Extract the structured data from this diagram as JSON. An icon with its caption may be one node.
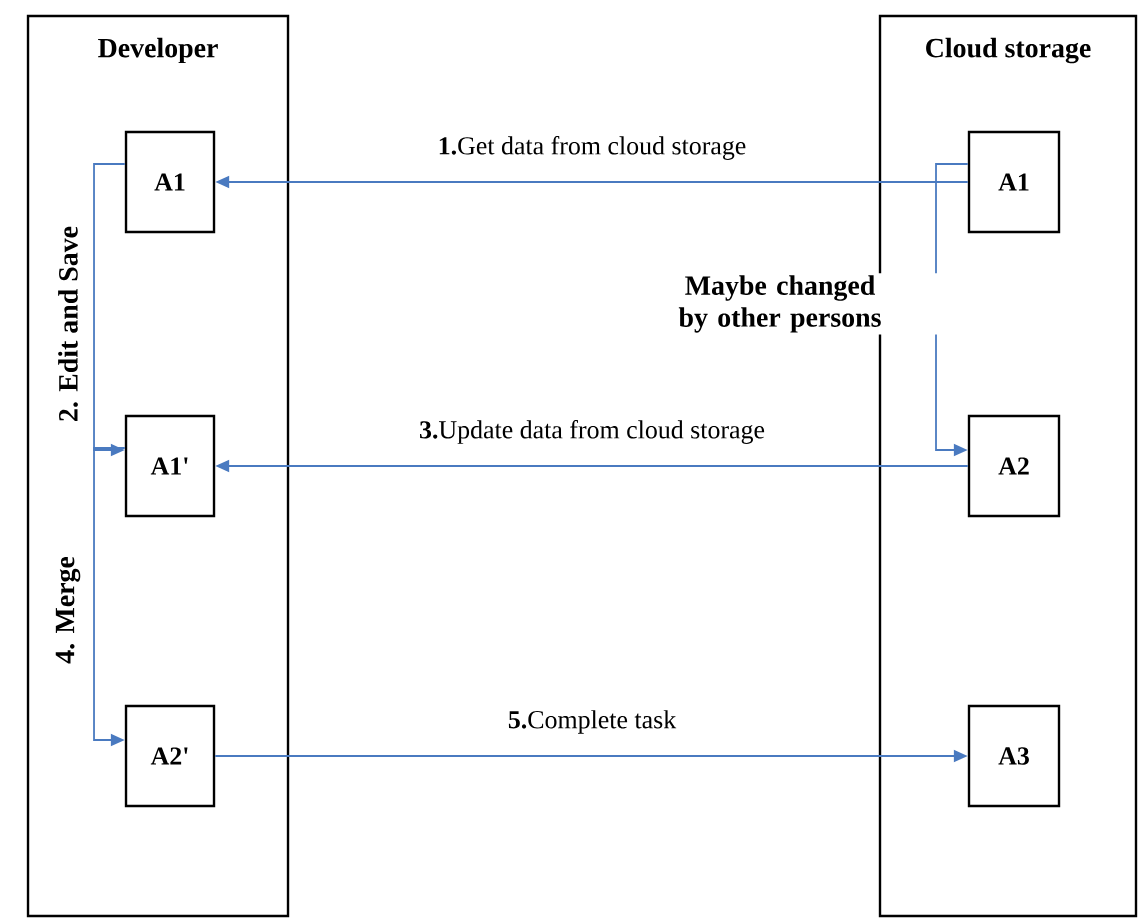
{
  "diagram": {
    "nodes": [
      {
        "text": [
          "Developer"
        ]
      },
      {
        "text": [
          "A1"
        ],
        "in": 0
      },
      {
        "text": [
          "A1'"
        ],
        "in": 0
      },
      {
        "text": [
          "A2'"
        ],
        "in": 0
      },
      {
        "text": [
          "Cloud storage"
        ]
      },
      {
        "text": [
          "A1"
        ],
        "in": 4
      },
      {
        "text": [
          "A2"
        ],
        "in": 4
      },
      {
        "text": [
          "A3"
        ],
        "in": 4
      }
    ],
    "edges": [
      {
        "from": 5,
        "to": 1,
        "arrow": "to",
        "label": "**1.**Get data from cloud storage"
      },
      {
        "from": 1,
        "to": 2,
        "arrow": "to",
        "label": "2. Edit and Save"
      },
      {
        "from": 5,
        "to": 6,
        "arrow": "to",
        "label": "Maybe changed by other persons"
      },
      {
        "from": 6,
        "to": 2,
        "arrow": "to",
        "label": "**3.**Update data from cloud storage"
      },
      {
        "from": 2,
        "to": 3,
        "arrow": "to",
        "label": "4. Merge"
      },
      {
        "from": 3,
        "to": 7,
        "arrow": "to",
        "label": "**5.**Complete task"
      }
    ]
  }
}
